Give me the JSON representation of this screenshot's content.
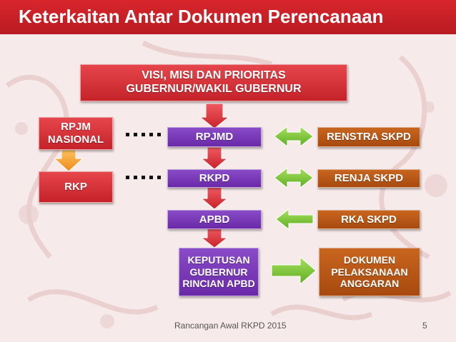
{
  "slide": {
    "title": "Keterkaitan Antar Dokumen Perencanaan",
    "footer": "Rancangan Awal RKPD 2015",
    "page_number": "5"
  },
  "boxes": {
    "visi": "VISI, MISI DAN PRIORITAS\nGUBERNUR/WAKIL GUBERNUR",
    "rpjm_nasional": "RPJM\nNASIONAL",
    "rkp": "RKP",
    "rpjmd": "RPJMD",
    "rkpd": "RKPD",
    "apbd": "APBD",
    "keputusan": "KEPUTUSAN\nGUBERNUR\nRINCIAN APBD",
    "renstra": "RENSTRA SKPD",
    "renja": "RENJA SKPD",
    "rka": "RKA SKPD",
    "dokumen": "DOKUMEN\nPELAKSANAAN\nANGGARAN"
  },
  "colors": {
    "title_bar": "#c8202a",
    "red_box": "#d42f36",
    "purple_box": "#7a3bb8",
    "brown_box": "#b5561a",
    "down_arrow": "#e8434a",
    "green_arrow": "#7fcb3a",
    "orange_arrow": "#f39a2a",
    "background": "#f6e8e8"
  }
}
